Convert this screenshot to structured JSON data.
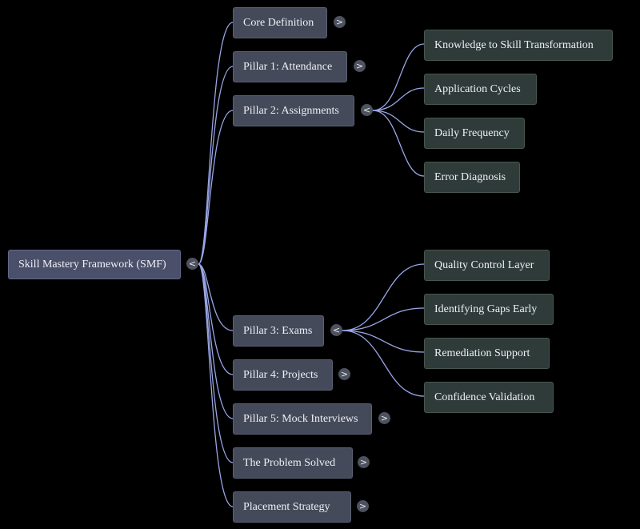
{
  "root": {
    "label": "Skill Mastery Framework (SMF)",
    "toggle": "<"
  },
  "branches": [
    {
      "label": "Core Definition",
      "toggle": ">"
    },
    {
      "label": "Pillar 1: Attendance",
      "toggle": ">"
    },
    {
      "label": "Pillar 2: Assignments",
      "toggle": "<",
      "children": [
        {
          "label": "Knowledge to Skill Transformation"
        },
        {
          "label": "Application Cycles"
        },
        {
          "label": "Daily Frequency"
        },
        {
          "label": "Error Diagnosis"
        }
      ]
    },
    {
      "label": "Pillar 3: Exams",
      "toggle": "<",
      "children": [
        {
          "label": "Quality Control Layer"
        },
        {
          "label": "Identifying Gaps Early"
        },
        {
          "label": "Remediation Support"
        },
        {
          "label": "Confidence Validation"
        }
      ]
    },
    {
      "label": "Pillar 4: Projects",
      "toggle": ">"
    },
    {
      "label": "Pillar 5: Mock Interviews",
      "toggle": ">"
    },
    {
      "label": "The Problem Solved",
      "toggle": ">"
    },
    {
      "label": "Placement Strategy",
      "toggle": ">"
    }
  ],
  "colors": {
    "background": "#000000",
    "edge": "#9aa6e6",
    "root_fill": "#4a4f6a",
    "branch_fill": "#454a5a",
    "leaf_fill": "#2f3b39",
    "text": "#eef0f6"
  }
}
